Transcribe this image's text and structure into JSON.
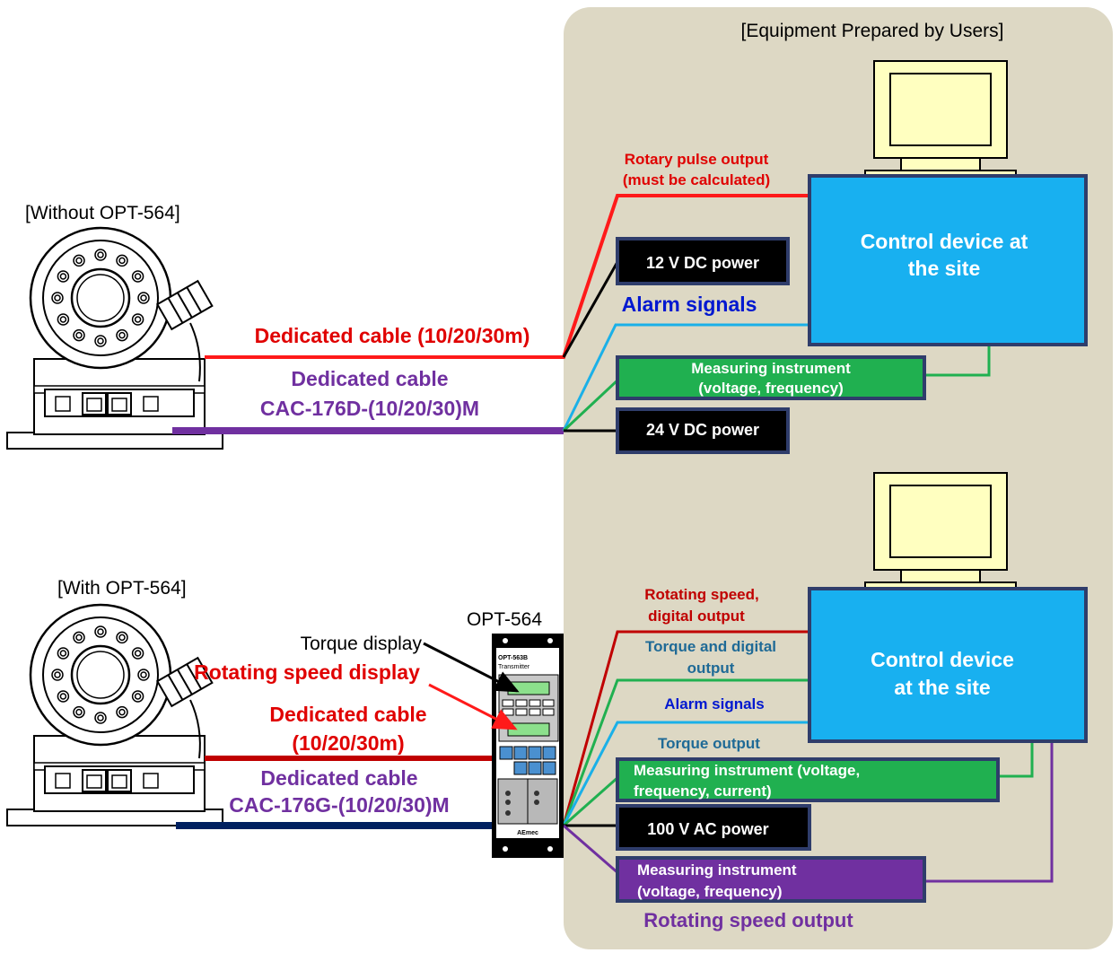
{
  "colors": {
    "panel_bg": "#ddd8c4",
    "red": "#ff1a1a",
    "dark_red": "#c00000",
    "purple": "#7030a0",
    "navy": "#002060",
    "green": "#20b050",
    "cyan": "#1ab0e8",
    "black": "#000000",
    "blue_text": "#0018d0",
    "teal_text": "#1f6a96",
    "control_fill": "#18b0f0",
    "box_border": "#2f3d6b"
  },
  "panel": {
    "title": "[Equipment Prepared by Users]"
  },
  "top": {
    "heading": "[Without OPT-564]",
    "cable1": "Dedicated cable (10/20/30m)",
    "cable2_line1": "Dedicated cable",
    "cable2_line2": "CAC-176D-(10/20/30)M",
    "pulse_line1": "Rotary pulse output",
    "pulse_line2": "(must be calculated)",
    "power12": "12 V DC power",
    "alarm": "Alarm signals",
    "meas_line1": "Measuring instrument",
    "meas_line2": "(voltage, frequency)",
    "power24": "24 V DC power",
    "control_line1": "Control device at",
    "control_line2": "the site"
  },
  "bottom": {
    "heading": "[With OPT-564]",
    "device_label": "OPT-564",
    "device_model": "OPT-563B",
    "device_sub": "Transmitter",
    "device_brand": "AEmec",
    "torque_display": "Torque display",
    "speed_display": "Rotating speed display",
    "cable1_line1": "Dedicated cable",
    "cable1_line2": "(10/20/30m)",
    "cable2_line1": "Dedicated cable",
    "cable2_line2": "CAC-176G-(10/20/30)M",
    "rot_line1": "Rotating speed,",
    "rot_line2": "digital output",
    "torque_dig_line1": "Torque and digital",
    "torque_dig_line2": "output",
    "alarm": "Alarm signals",
    "torque_out": "Torque output",
    "meas1_line1": "Measuring instrument (voltage,",
    "meas1_line2": "frequency, current)",
    "power100": "100 V AC power",
    "meas2_line1": "Measuring instrument",
    "meas2_line2": "(voltage, frequency)",
    "rot_speed_out": "Rotating speed output",
    "control_line1": "Control device",
    "control_line2": "at the site"
  }
}
